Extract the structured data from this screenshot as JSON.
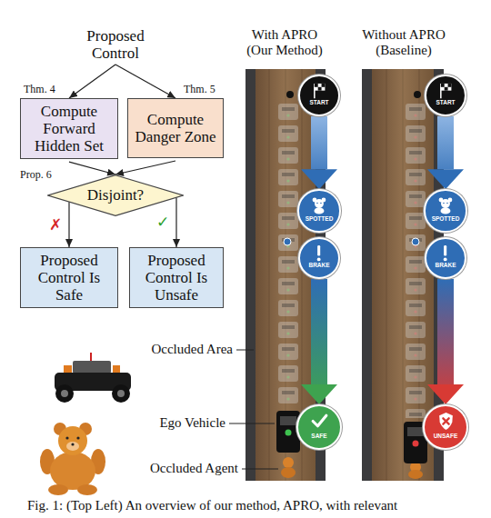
{
  "diagram": {
    "caption": "Fig. 1: (Top Left) An overview of our method, APRO, with relevant",
    "nodes": [
      {
        "text": [
          "Proposed Control"
        ]
      },
      {
        "text": [
          "Compute Forward Hidden Set"
        ]
      },
      {
        "text": [
          "Compute Danger Zone"
        ]
      },
      {
        "text": [
          "Disjoint?"
        ]
      },
      {
        "text": [
          "Proposed Control Is Safe"
        ]
      },
      {
        "text": [
          "Proposed Control Is Unsafe"
        ]
      },
      {
        "text": [
          "START"
        ]
      },
      {
        "text": [
          "SPOTTED"
        ]
      },
      {
        "text": [
          "BRAKE"
        ]
      },
      {
        "text": [
          "SAFE"
        ]
      },
      {
        "text": [
          "START"
        ]
      },
      {
        "text": [
          "SPOTTED"
        ]
      },
      {
        "text": [
          "BRAKE"
        ]
      },
      {
        "text": [
          "UNSAFE"
        ]
      }
    ],
    "edges": [
      {
        "from": 0,
        "to": 1,
        "arrow": "to"
      },
      {
        "from": 0,
        "to": 2,
        "arrow": "to"
      },
      {
        "from": 1,
        "to": 3,
        "arrow": "to"
      },
      {
        "from": 2,
        "to": 3,
        "arrow": "to"
      },
      {
        "from": 3,
        "to": 4,
        "label": "✗",
        "arrow": "to"
      },
      {
        "from": 3,
        "to": 5,
        "label": "✓",
        "arrow": "to"
      },
      {
        "from": 6,
        "to": 7,
        "arrow": "to"
      },
      {
        "from": 8,
        "to": 9,
        "arrow": "to"
      },
      {
        "from": 10,
        "to": 11,
        "arrow": "to"
      },
      {
        "from": 12,
        "to": 13,
        "arrow": "to"
      }
    ],
    "labels": [
      "Thm. 4",
      "Thm. 5",
      "Prop. 6",
      "With APRO (Our Method)",
      "Without APRO (Baseline)",
      "Occluded Area",
      "Ego Vehicle",
      "Occluded Agent"
    ]
  }
}
